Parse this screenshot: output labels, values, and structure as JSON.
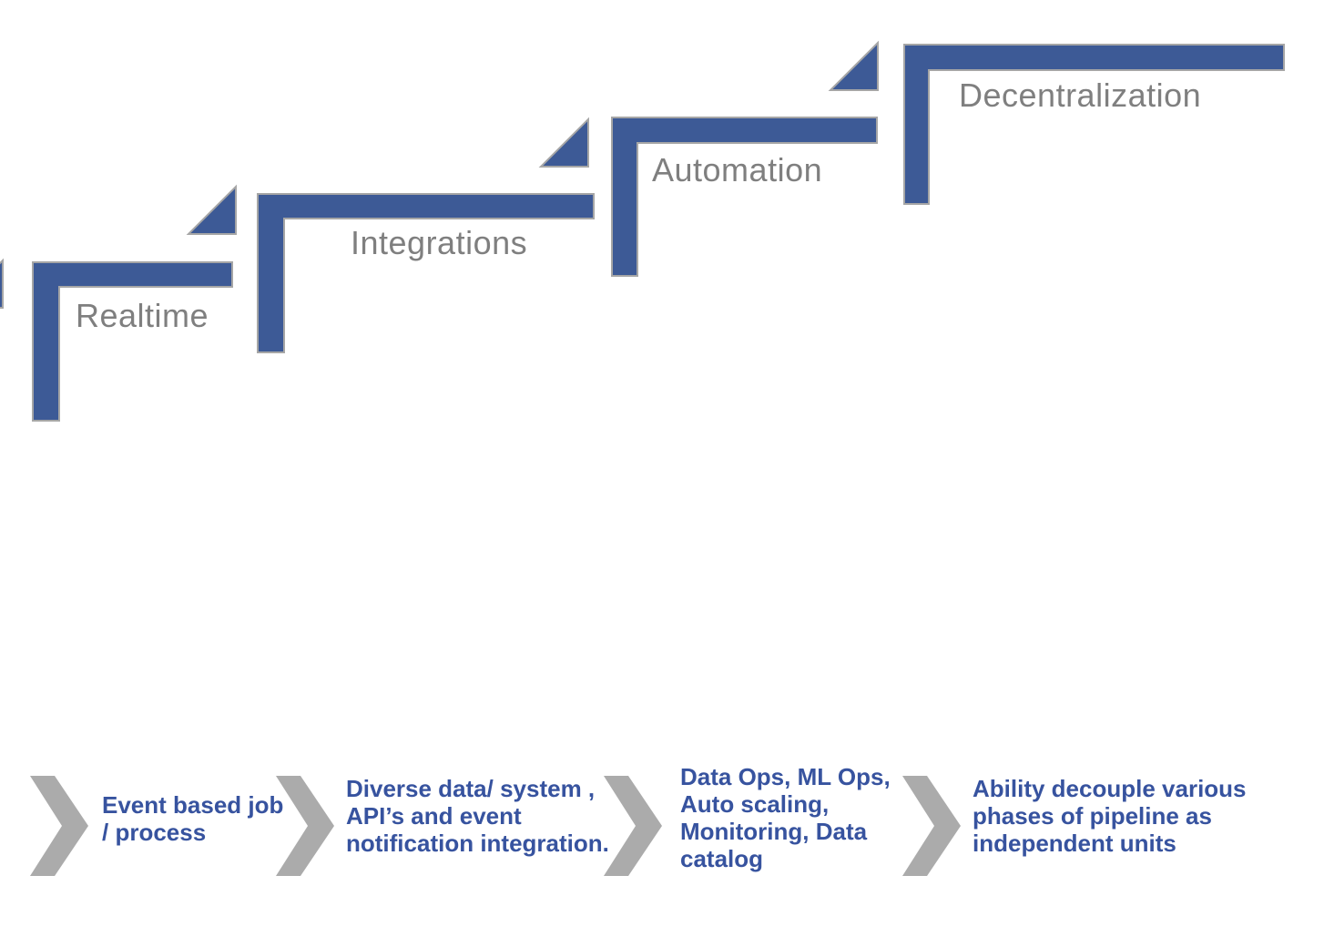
{
  "colors": {
    "background": "#FFFFFF",
    "accent_blue": "#3D5A96",
    "shape_outline": "#A6A6A6",
    "step_label_gray": "#7F7F7F",
    "chevron_gray": "#ABABAB",
    "body_text_blue": "#37539F"
  },
  "staircase": {
    "steps": [
      {
        "label": "Realtime"
      },
      {
        "label": "Integrations"
      },
      {
        "label": "Automation"
      },
      {
        "label": "Decentralization"
      }
    ]
  },
  "bottom_row": {
    "items": [
      {
        "lines": [
          "Event based job",
          "/ process"
        ]
      },
      {
        "lines": [
          "Diverse data/ system ,",
          "API’s and event",
          "notification integration."
        ]
      },
      {
        "lines": [
          "Data Ops, ML Ops,",
          "Auto scaling,",
          "Monitoring, Data",
          "catalog"
        ]
      },
      {
        "lines": [
          "Ability decouple various",
          "phases of pipeline as",
          "independent units"
        ]
      }
    ]
  }
}
